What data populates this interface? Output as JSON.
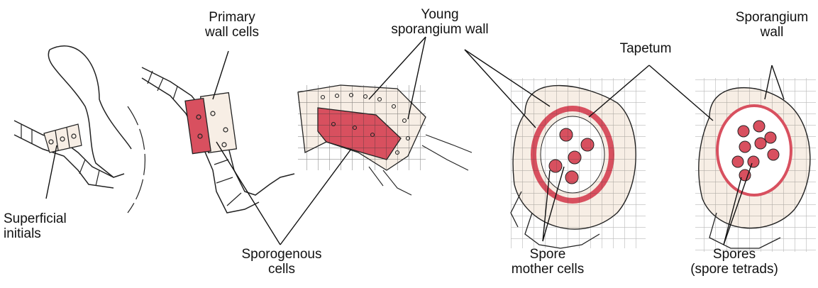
{
  "labels": {
    "primary_wall_cells": [
      "Primary",
      "wall cells"
    ],
    "young_sporangium_wall": [
      "Young",
      "sporangium wall"
    ],
    "tapetum": [
      "Tapetum"
    ],
    "sporangium_wall": [
      "Sporangium",
      "wall"
    ],
    "superficial_initials": [
      "Superficial",
      "initials"
    ],
    "sporogenous_cells": [
      "Sporogenous",
      "cells"
    ],
    "spore_mother_cells": [
      "Spore",
      "mother cells"
    ],
    "spores": [
      "Spores",
      "(spore tetrads)"
    ]
  },
  "colors": {
    "tissue_fill": "#f7eee5",
    "sporogenous_fill": "#d8505f",
    "cell_line": "#222222",
    "cell_nucleus_fill": "#c94a58"
  },
  "stages": [
    "stage-1-initials",
    "stage-2-primary-wall",
    "stage-3-young-wall",
    "stage-4-spore-mother-cells",
    "stage-5-spores"
  ]
}
